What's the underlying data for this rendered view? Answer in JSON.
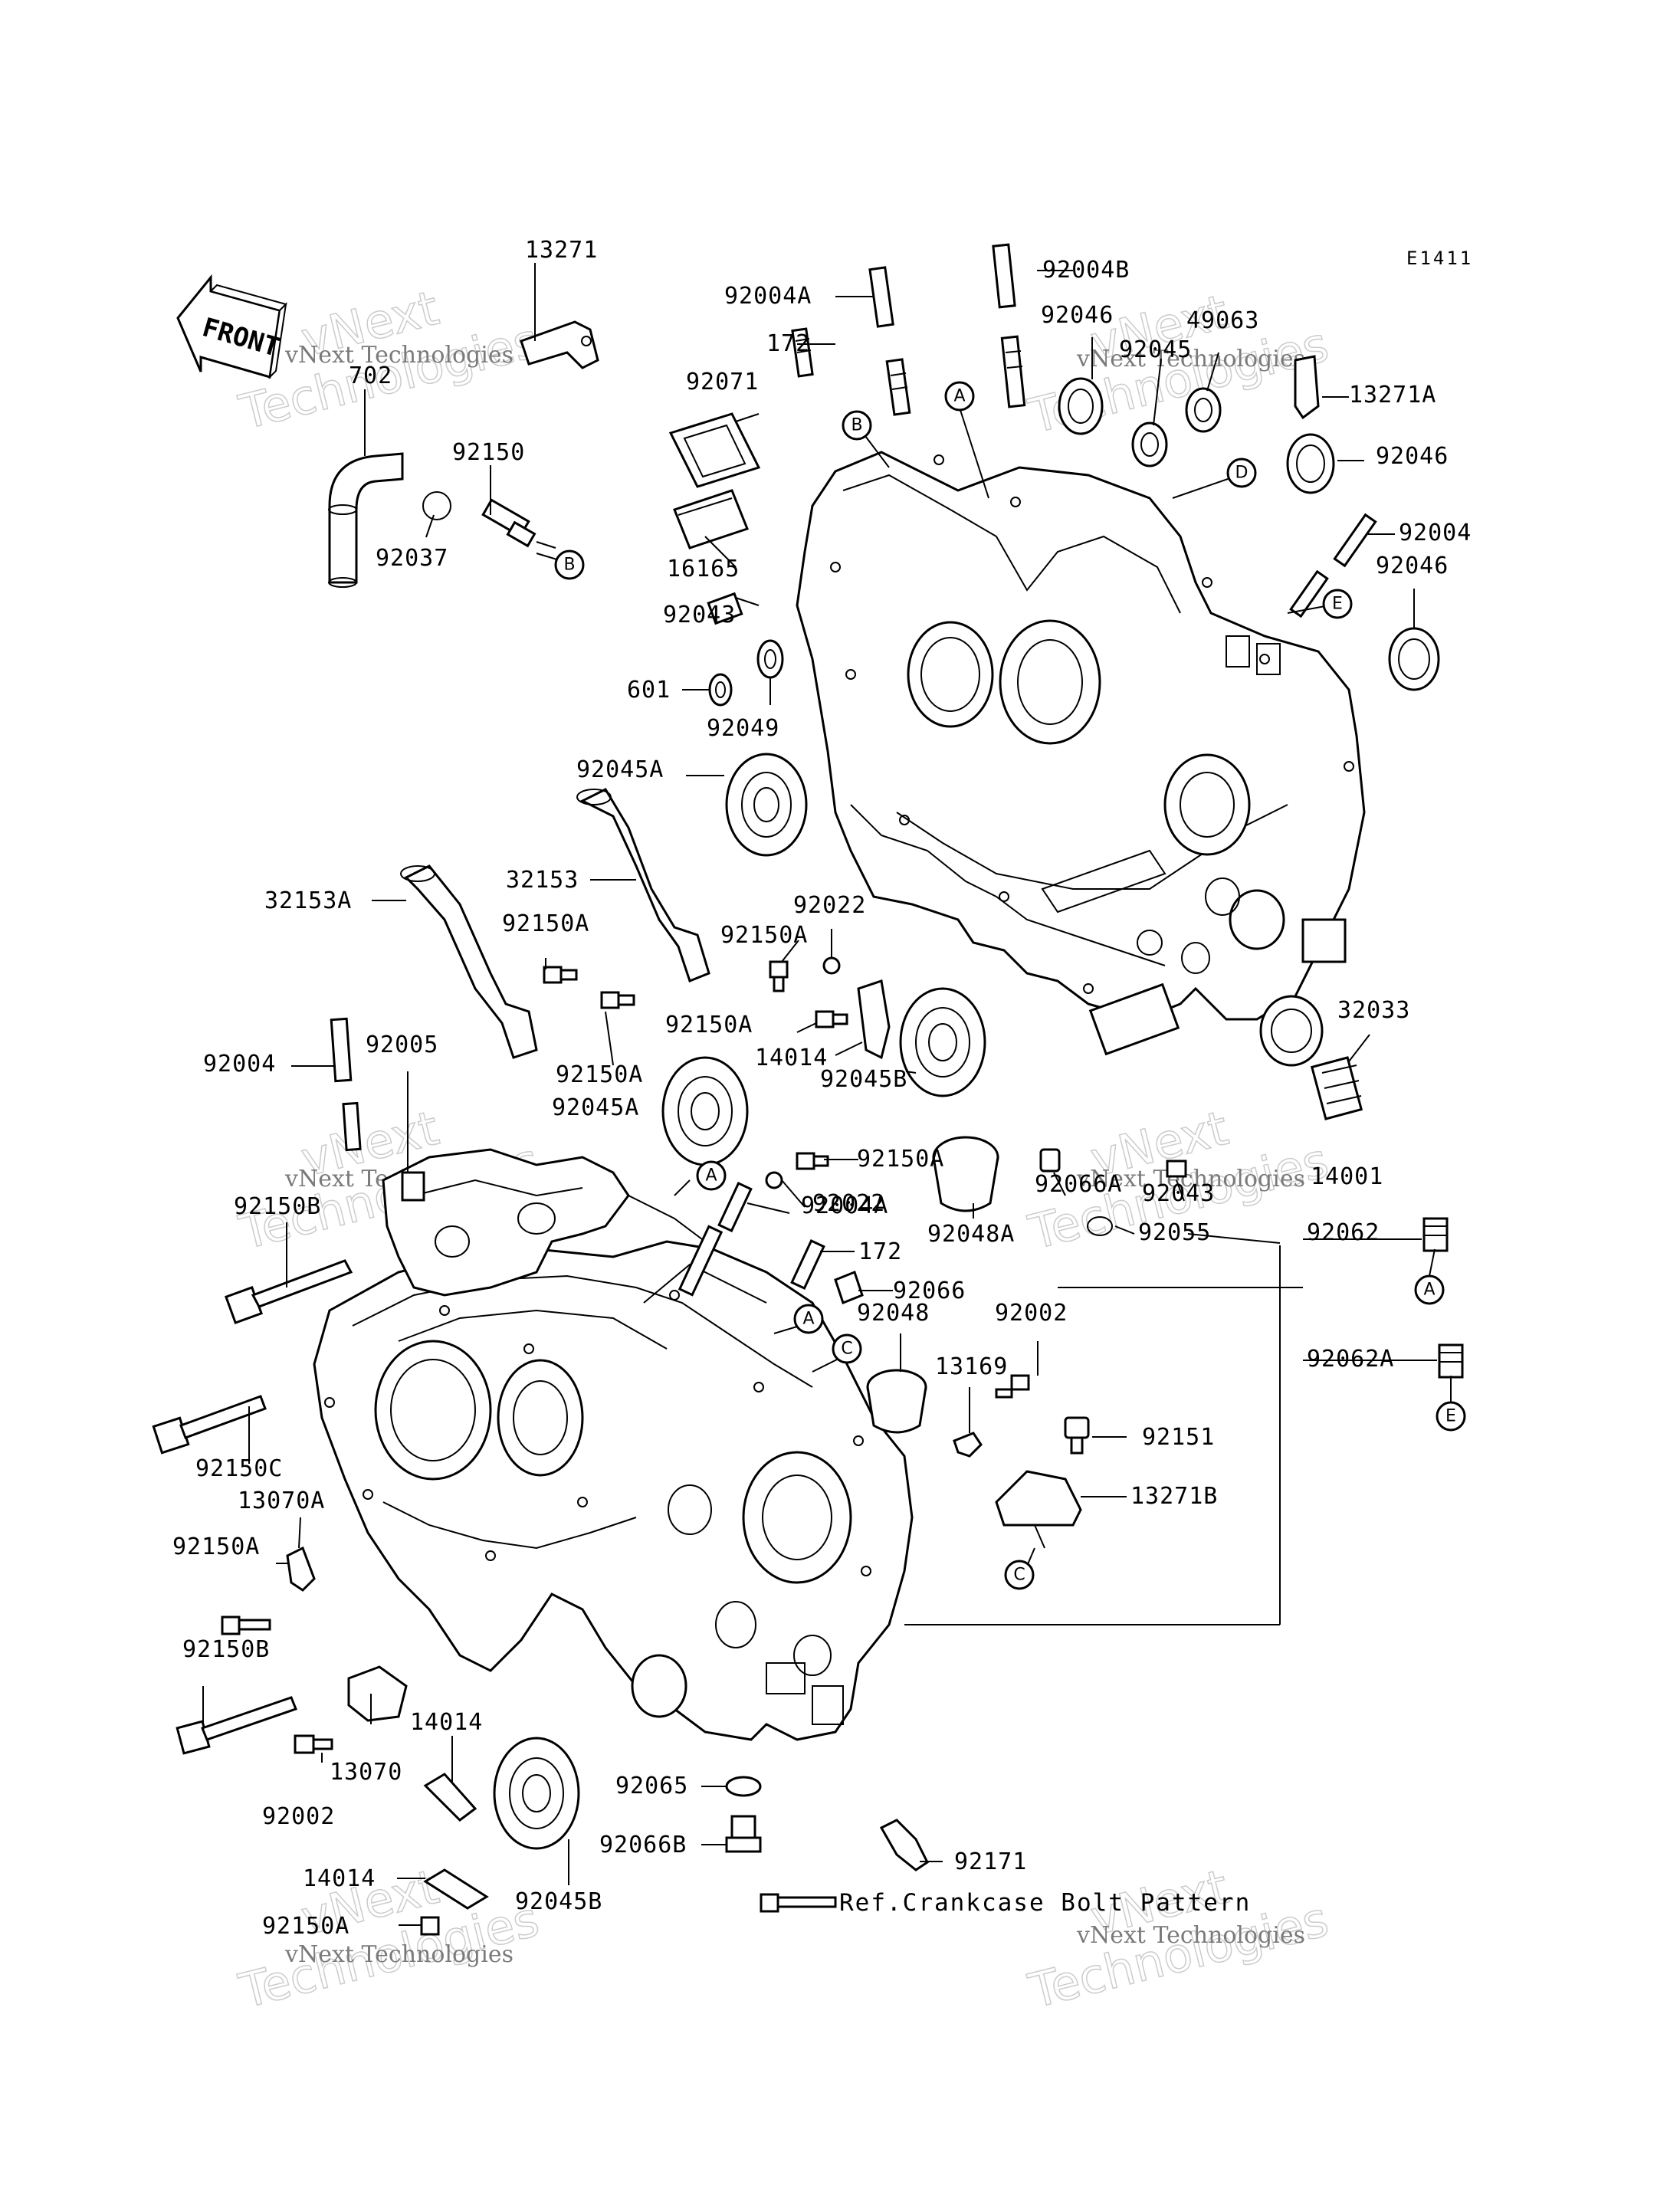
{
  "diagram": {
    "code": "E1411",
    "front_label": "FRONT",
    "reference_note": "Ref.Crankcase Bolt Pattern",
    "watermark_small": "vNext Technologies",
    "watermark_big_1": "vNext",
    "watermark_big_2": "Technologies",
    "callout_letters": [
      "A",
      "B",
      "C",
      "D",
      "E"
    ],
    "part_numbers": {
      "p13271": "13271",
      "p702": "702",
      "p92150": "92150",
      "p92037": "92037",
      "p92004A_top": "92004A",
      "p92004B": "92004B",
      "p172_top": "172",
      "p92071": "92071",
      "p16165": "16165",
      "p92043_top": "92043",
      "p601": "601",
      "p92049": "92049",
      "p92046_top": "92046",
      "p92045": "92045",
      "p49063": "49063",
      "p13271A": "13271A",
      "p92046_mid": "92046",
      "p92004_right": "92004",
      "p92046_right": "92046",
      "p92045A_top": "92045A",
      "p32153A": "32153A",
      "p32153": "32153",
      "p92150A_1": "92150A",
      "p92022_top": "92022",
      "p92150A_2": "92150A",
      "p92150A_3": "92150A",
      "p14014_mid": "14014",
      "p92045B_mid": "92045B",
      "p92150A_4": "92150A",
      "p32033": "32033",
      "p92004_left": "92004",
      "p92005": "92005",
      "p92045A_mid": "92045A",
      "p92150A_5": "92150A",
      "p92022_mid": "92022",
      "p92150B_top": "92150B",
      "p92004A_mid": "92004A",
      "p172_mid": "172",
      "p92066": "92066",
      "p92048A": "92048A",
      "p92066A": "92066A",
      "p92043_mid": "92043",
      "p14001": "14001",
      "p92055": "92055",
      "p92062": "92062",
      "p92048": "92048",
      "p92002_right": "92002",
      "p13169": "13169",
      "p92062A": "92062A",
      "p92150C": "92150C",
      "p13070A": "13070A",
      "p92151": "92151",
      "p13271B": "13271B",
      "p92150A_6": "92150A",
      "p92150B_bot": "92150B",
      "p14014_bot1": "14014",
      "p13070": "13070",
      "p92002_left": "92002",
      "p92065": "92065",
      "p92066B": "92066B",
      "p92171": "92171",
      "p14014_bot2": "14014",
      "p92045B_bot": "92045B",
      "p92150A_bot": "92150A"
    }
  }
}
